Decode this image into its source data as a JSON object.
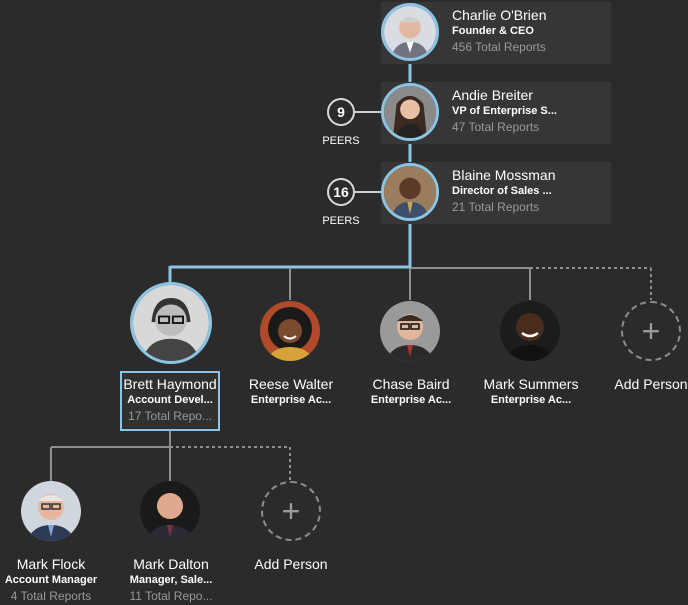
{
  "chain": [
    {
      "name": "Charlie O'Brien",
      "title": "Founder & CEO",
      "reports": "456 Total Reports"
    },
    {
      "name": "Andie Breiter",
      "title": "VP of Enterprise S...",
      "reports": "47 Total Reports",
      "peers": "9",
      "peers_label": "PEERS"
    },
    {
      "name": "Blaine Mossman",
      "title": "Director of Sales ...",
      "reports": "21 Total Reports",
      "peers": "16",
      "peers_label": "PEERS"
    }
  ],
  "children": [
    {
      "name": "Brett Haymond",
      "title": "Account Devel...",
      "reports": "17 Total Repo..."
    },
    {
      "name": "Reese Walter",
      "title": "Enterprise Ac..."
    },
    {
      "name": "Chase Baird",
      "title": "Enterprise Ac..."
    },
    {
      "name": "Mark Summers",
      "title": "Enterprise Ac..."
    },
    {
      "name": "Add Person"
    }
  ],
  "grandchildren": [
    {
      "name": "Mark Flock",
      "title": "Account Manager",
      "reports": "4 Total Reports"
    },
    {
      "name": "Mark Dalton",
      "title": "Manager, Sale...",
      "reports": "11 Total Repo..."
    },
    {
      "name": "Add Person"
    }
  ],
  "colors": {
    "accent": "#8cc4e6",
    "line": "#8f8f8f",
    "background": "#2b2b2b"
  },
  "icons": {
    "add": "plus-icon"
  }
}
